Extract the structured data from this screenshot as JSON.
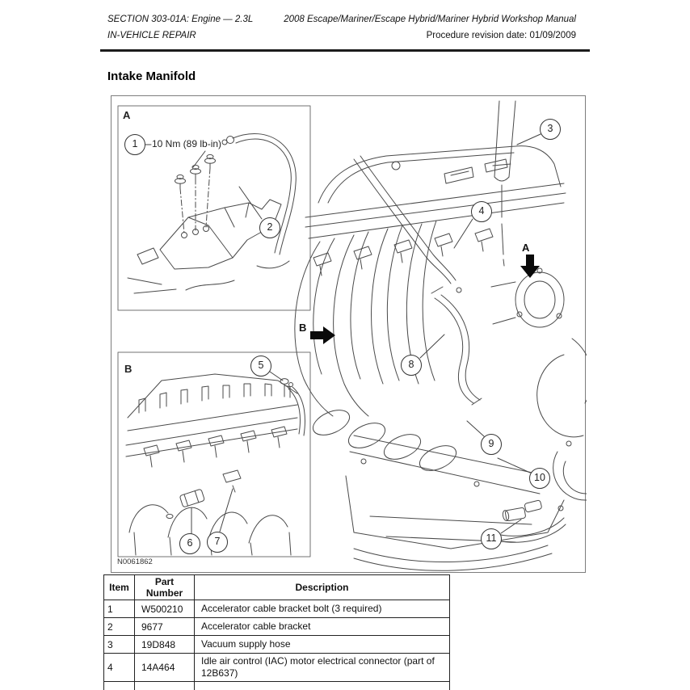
{
  "header": {
    "section": "SECTION 303-01A: Engine — 2.3L",
    "subsection": "IN-VEHICLE REPAIR",
    "manual_title": "2008 Escape/Mariner/Escape Hybrid/Mariner Hybrid Workshop Manual",
    "revision": "Procedure revision date: 01/09/2009"
  },
  "page": {
    "title": "Intake Manifold"
  },
  "figure": {
    "id": "N0061862",
    "torque_note": "10 Nm (89 lb-in)",
    "inset_a_label": "A",
    "inset_b_label": "B",
    "view_a_label": "A",
    "view_b_label": "B",
    "callouts": [
      "1",
      "2",
      "3",
      "4",
      "5",
      "6",
      "7",
      "8",
      "9",
      "10",
      "11"
    ]
  },
  "table": {
    "headers": [
      "Item",
      "Part Number",
      "Description"
    ],
    "rows": [
      {
        "item": "1",
        "part": "W500210",
        "desc": "Accelerator cable bracket bolt (3 required)"
      },
      {
        "item": "2",
        "part": "9677",
        "desc": "Accelerator cable bracket"
      },
      {
        "item": "3",
        "part": "19D848",
        "desc": "Vacuum supply hose"
      },
      {
        "item": "4",
        "part": "14A464",
        "desc": "Idle air control (IAC) motor electrical connector (part of 12B637)"
      },
      {
        "item": "",
        "part": "",
        "desc": ""
      }
    ]
  }
}
